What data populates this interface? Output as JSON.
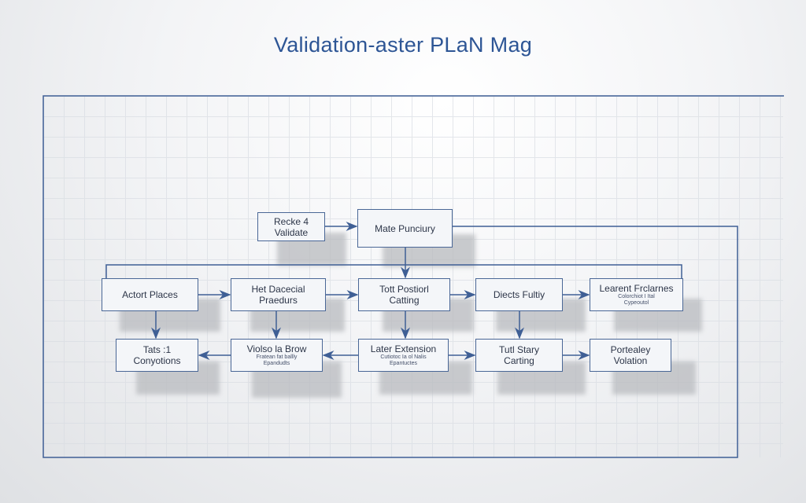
{
  "title": "Validation-aster PLaN Mag",
  "colors": {
    "line": "#3f5f95",
    "title": "#2d5595"
  },
  "nodes": {
    "recke": {
      "line1": "Recke 4",
      "line2": "Validate"
    },
    "made": {
      "line1": "Mate Punciury"
    },
    "actort": {
      "line1": "Actort Places"
    },
    "het": {
      "line1": "Het Dacecial",
      "line2": "Praedurs"
    },
    "tott": {
      "line1": "Tott Postiorl",
      "line2": "Catting"
    },
    "diects": {
      "line1": "Diects Fultiy"
    },
    "learent": {
      "line1": "Learent Frclarnes",
      "sub1": "Colorchiot I Ital",
      "sub2": "Cypeoutol"
    },
    "tats": {
      "line1": "Tats :1",
      "line2": "Conyotions"
    },
    "violso": {
      "line1": "Violso la Brow",
      "sub1": "Fratean fat ballly",
      "sub2": "Epandudts"
    },
    "later": {
      "line1": "Later Extension",
      "sub1": "Cutiotoc Ia ol Nalis",
      "sub2": "Epantuctes"
    },
    "tutl": {
      "line1": "Tutl Stary",
      "line2": "Carting"
    },
    "portealey": {
      "line1": "Portealey",
      "line2": "Volation"
    }
  }
}
